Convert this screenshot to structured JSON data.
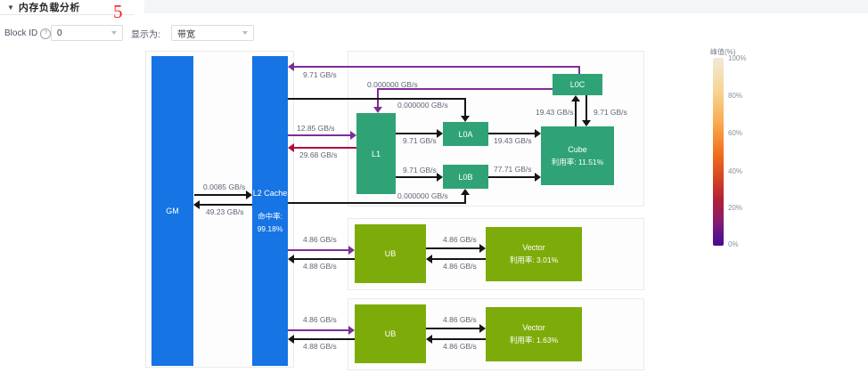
{
  "header": {
    "collapse_icon": "▼",
    "title": "内存负载分析"
  },
  "annotation": {
    "value": "5"
  },
  "controls": {
    "block_id_label": "Block ID",
    "help_icon": "?",
    "block_id_colon": ":",
    "block_id_value": "0",
    "display_label": "显示为:",
    "display_value": "带宽"
  },
  "nodes": {
    "gm": {
      "label": "GM"
    },
    "l2cache": {
      "label": "L2 Cache",
      "hit_rate_label": "命中率:",
      "hit_rate_value": "99.18%"
    },
    "l1": {
      "label": "L1"
    },
    "l0a": {
      "label": "L0A"
    },
    "l0b": {
      "label": "L0B"
    },
    "l0c": {
      "label": "L0C"
    },
    "cube": {
      "label": "Cube",
      "utilization": "利用率: 11.51%"
    },
    "ub1": {
      "label": "UB"
    },
    "vector1": {
      "label": "Vector",
      "utilization": "利用率: 3.01%"
    },
    "ub2": {
      "label": "UB"
    },
    "vector2": {
      "label": "Vector",
      "utilization": "利用率: 1.63%"
    }
  },
  "flows": {
    "l0c_to_l2cache": {
      "label": "9.71 GB/s"
    },
    "l0c_to_l1": {
      "label": "0.000000 GB/s"
    },
    "l2cache_to_l0a": {
      "label": "0.000000 GB/s"
    },
    "l2cache_to_l1": {
      "label": "12.85 GB/s"
    },
    "l1_to_l2cache": {
      "label": "29.68 GB/s"
    },
    "l1_to_l0a": {
      "label": "9.71 GB/s"
    },
    "l1_to_l0b": {
      "label": "9.71 GB/s"
    },
    "l2cache_to_l0b": {
      "label": "0.000000 GB/s"
    },
    "l0a_to_cube": {
      "label": "19.43 GB/s"
    },
    "l0b_to_cube": {
      "label": "77.71 GB/s"
    },
    "cube_to_l0c": {
      "label": "19.43 GB/s"
    },
    "l0c_to_cube": {
      "label": "9.71 GB/s"
    },
    "gm_to_l2cache": {
      "label": "0.0085 GB/s"
    },
    "l2cache_to_gm": {
      "label": "49.23 GB/s"
    },
    "l2cache_to_ub1": {
      "label": "4.86 GB/s"
    },
    "ub1_to_l2cache": {
      "label": "4.88 GB/s"
    },
    "ub1_to_vector1": {
      "label": "4.86 GB/s"
    },
    "vector1_to_ub1": {
      "label": "4.86 GB/s"
    },
    "l2cache_to_ub2": {
      "label": "4.86 GB/s"
    },
    "ub2_to_l2cache": {
      "label": "4.88 GB/s"
    },
    "ub2_to_vector2": {
      "label": "4.86 GB/s"
    },
    "vector2_to_ub2": {
      "label": "4.86 GB/s"
    }
  },
  "legend": {
    "title": "峰值(%)",
    "ticks": [
      "100%",
      "80%",
      "60%",
      "40%",
      "20%",
      "0%"
    ]
  },
  "colors": {
    "memory_blue": "#1674e4",
    "cube_green": "#2fa376",
    "vector_olive": "#7dac0a",
    "flow_purple": "#7d2d96",
    "flow_crimson": "#b00d3e",
    "flow_black": "#151515",
    "annotation_red": "#fb1d1d"
  }
}
